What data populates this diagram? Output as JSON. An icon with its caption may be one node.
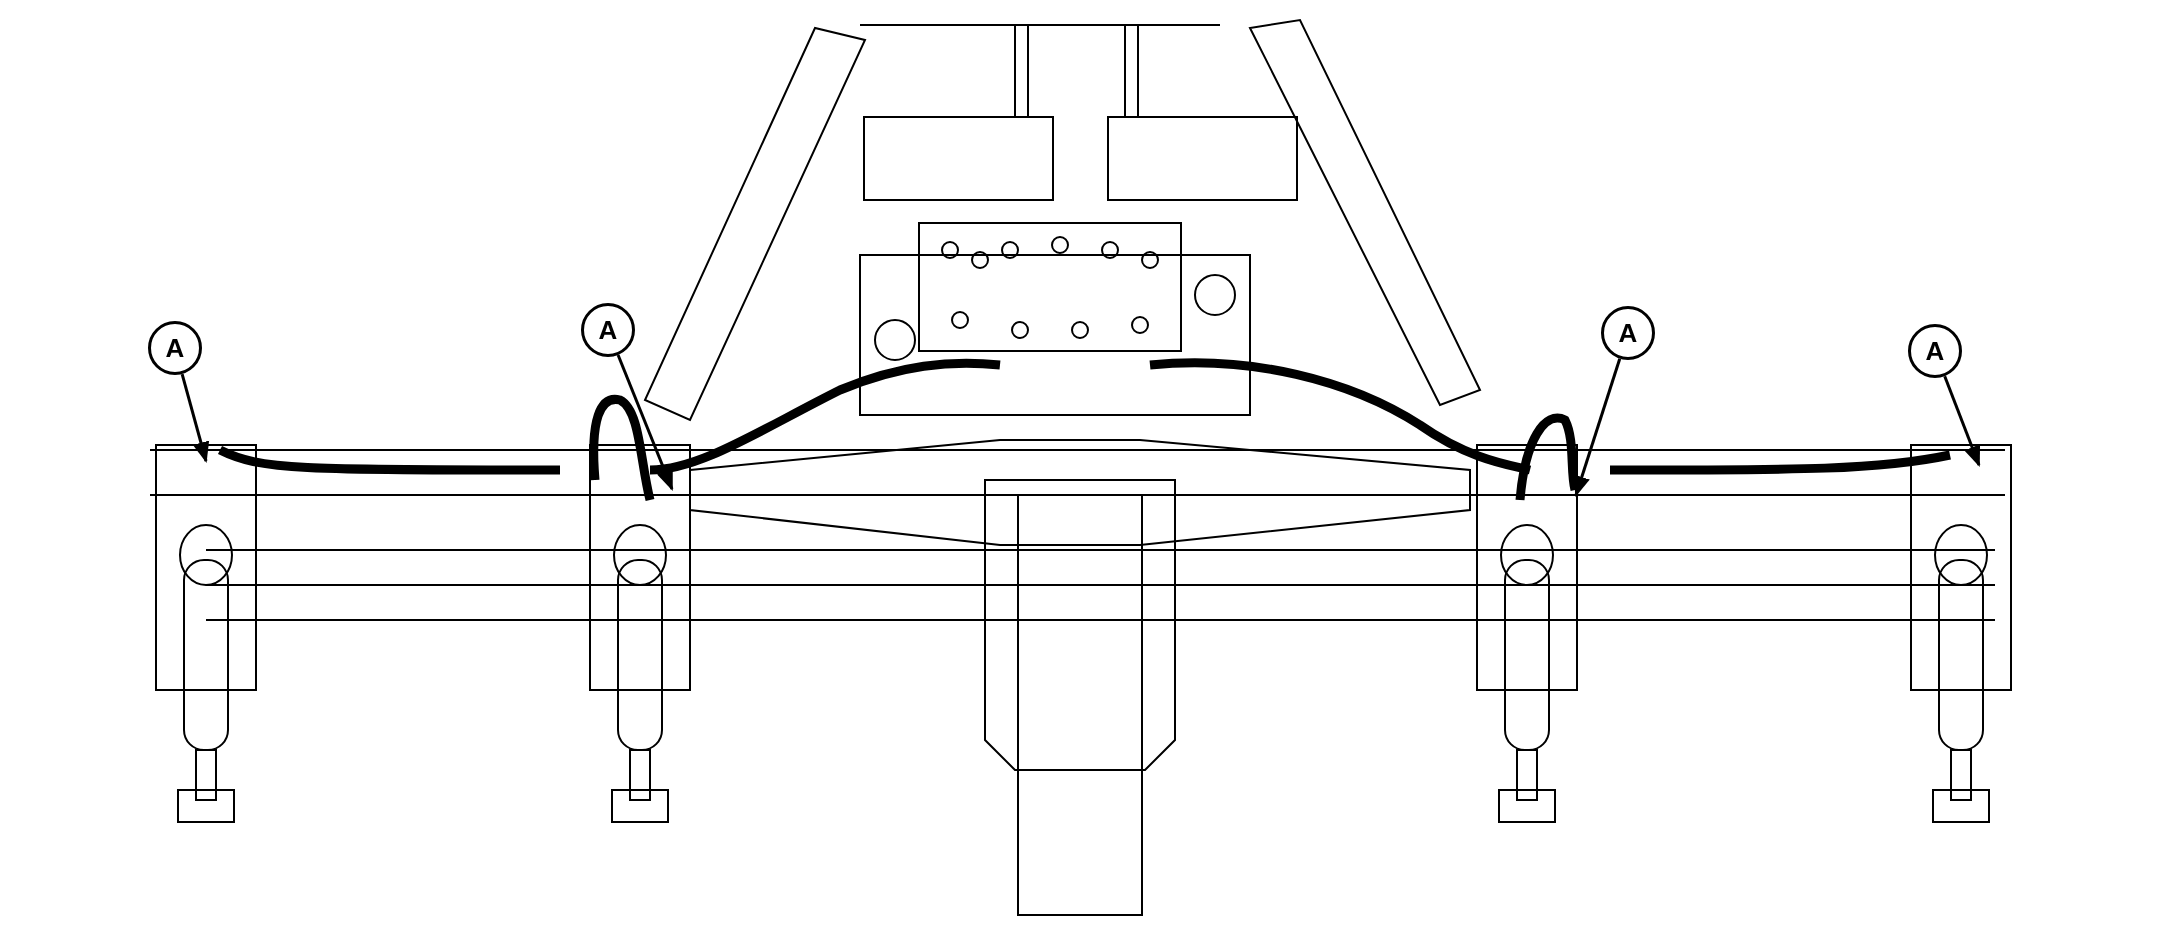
{
  "diagram": {
    "nodes": [
      {
        "text": [
          "A"
        ]
      },
      {
        "text": [
          "A"
        ]
      },
      {
        "text": [
          "A"
        ]
      },
      {
        "text": [
          "A"
        ]
      }
    ],
    "edges": [
      {
        "from": 0,
        "to": null,
        "arrow": "to"
      },
      {
        "from": 1,
        "to": null,
        "arrow": "to"
      },
      {
        "from": 2,
        "to": null,
        "arrow": "to"
      },
      {
        "from": 3,
        "to": null,
        "arrow": "to"
      }
    ]
  }
}
